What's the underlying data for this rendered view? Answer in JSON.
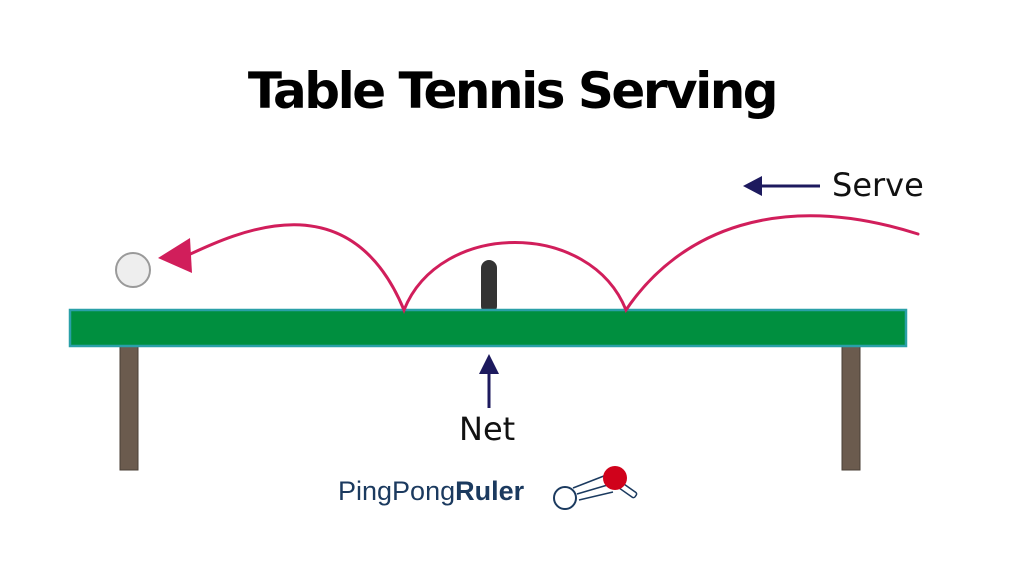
{
  "title": "Table Tennis Serving",
  "labels": {
    "serve": "Serve",
    "net": "Net"
  },
  "logo": {
    "part1": "PingPong",
    "part2": "Ruler"
  },
  "colors": {
    "table": "#008f3f",
    "table_edge": "#2aa0a8",
    "legs": "#6b5b4e",
    "trajectory": "#d11e5b",
    "arrow": "#1d1a5e",
    "net": "#333333",
    "ball": "#eeeeee",
    "logo_text": "#1b3a5f",
    "paddle": "#d0021b"
  }
}
